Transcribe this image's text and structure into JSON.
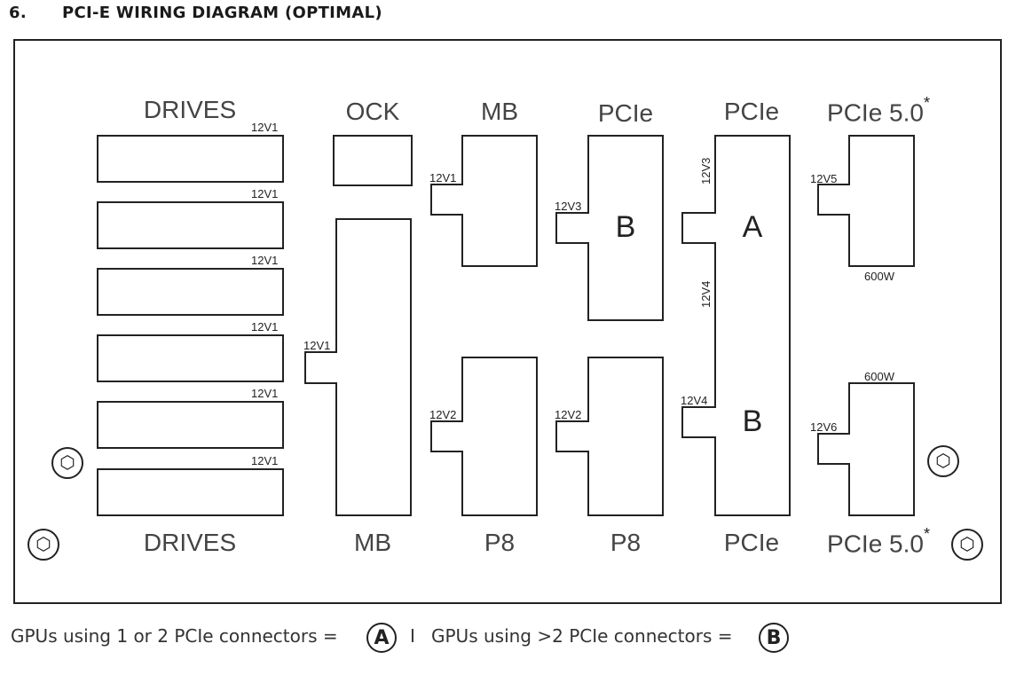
{
  "heading": {
    "number": "6.",
    "title": "PCI-E WIRING DIAGRAM (OPTIMAL)"
  },
  "columns_top": {
    "drives": "DRIVES",
    "ock": "OCK",
    "mb": "MB",
    "pcie1": "PCIe",
    "pcie2": "PCIe",
    "pcie5": "PCIe 5.0",
    "asterisk": "*"
  },
  "columns_bottom": {
    "drives": "DRIVES",
    "mb": "MB",
    "p8_1": "P8",
    "p8_2": "P8",
    "pcie": "PCIe",
    "pcie5": "PCIe 5.0",
    "asterisk": "*"
  },
  "drive_rails": [
    "12V1",
    "12V1",
    "12V1",
    "12V1",
    "12V1",
    "12V1"
  ],
  "rails": {
    "mb_main": "12V1",
    "mb_top": "12V1",
    "p8_left": "12V2",
    "pcie_b_top": "12V3",
    "p8_right": "12V2",
    "pcie_a_top": "12V3",
    "pcie_mid": "12V4",
    "pcie_a_bottom": "12V4",
    "pcie5_top": "12V5",
    "pcie5_bottom": "12V6"
  },
  "markers": {
    "a": "A",
    "b_left": "B",
    "b_right": "B"
  },
  "wattage": {
    "top": "600W",
    "bottom": "600W"
  },
  "legend": {
    "text1": "GPUs using 1 or 2 PCIe connectors =",
    "a": "A",
    "separator": "I",
    "text2": "GPUs using >2 PCIe connectors =",
    "b": "B"
  }
}
